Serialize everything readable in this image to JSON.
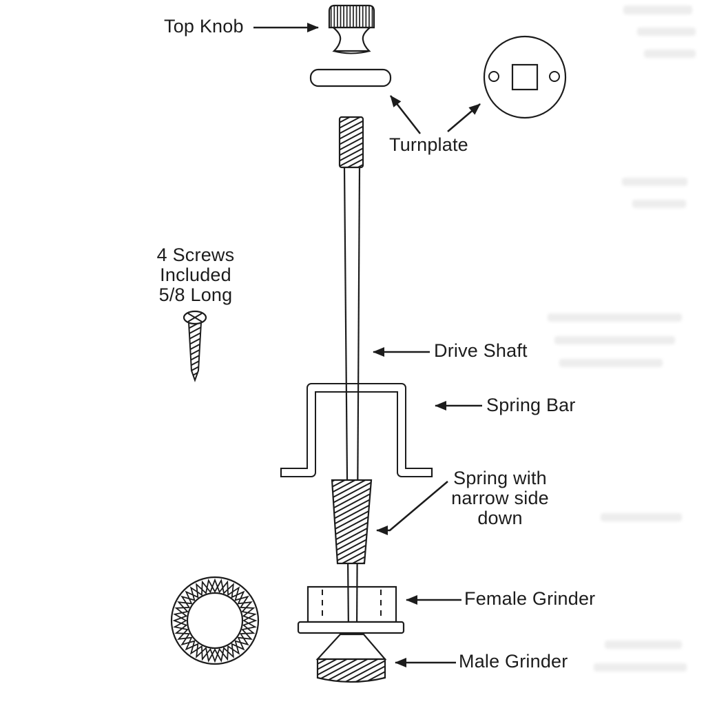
{
  "page": {
    "background": "#ffffff",
    "ink_color": "#1c1c1c",
    "bleedthrough_color": "#d0d0d0"
  },
  "labels": {
    "top_knob": "Top Knob",
    "turnplate": "Turnplate",
    "screws_note": "4 Screws\nIncluded\n5/8 Long",
    "drive_shaft": "Drive Shaft",
    "spring_bar": "Spring Bar",
    "spring_note": "Spring with\nnarrow side\ndown",
    "female_grinder": "Female Grinder",
    "male_grinder": "Male Grinder"
  }
}
